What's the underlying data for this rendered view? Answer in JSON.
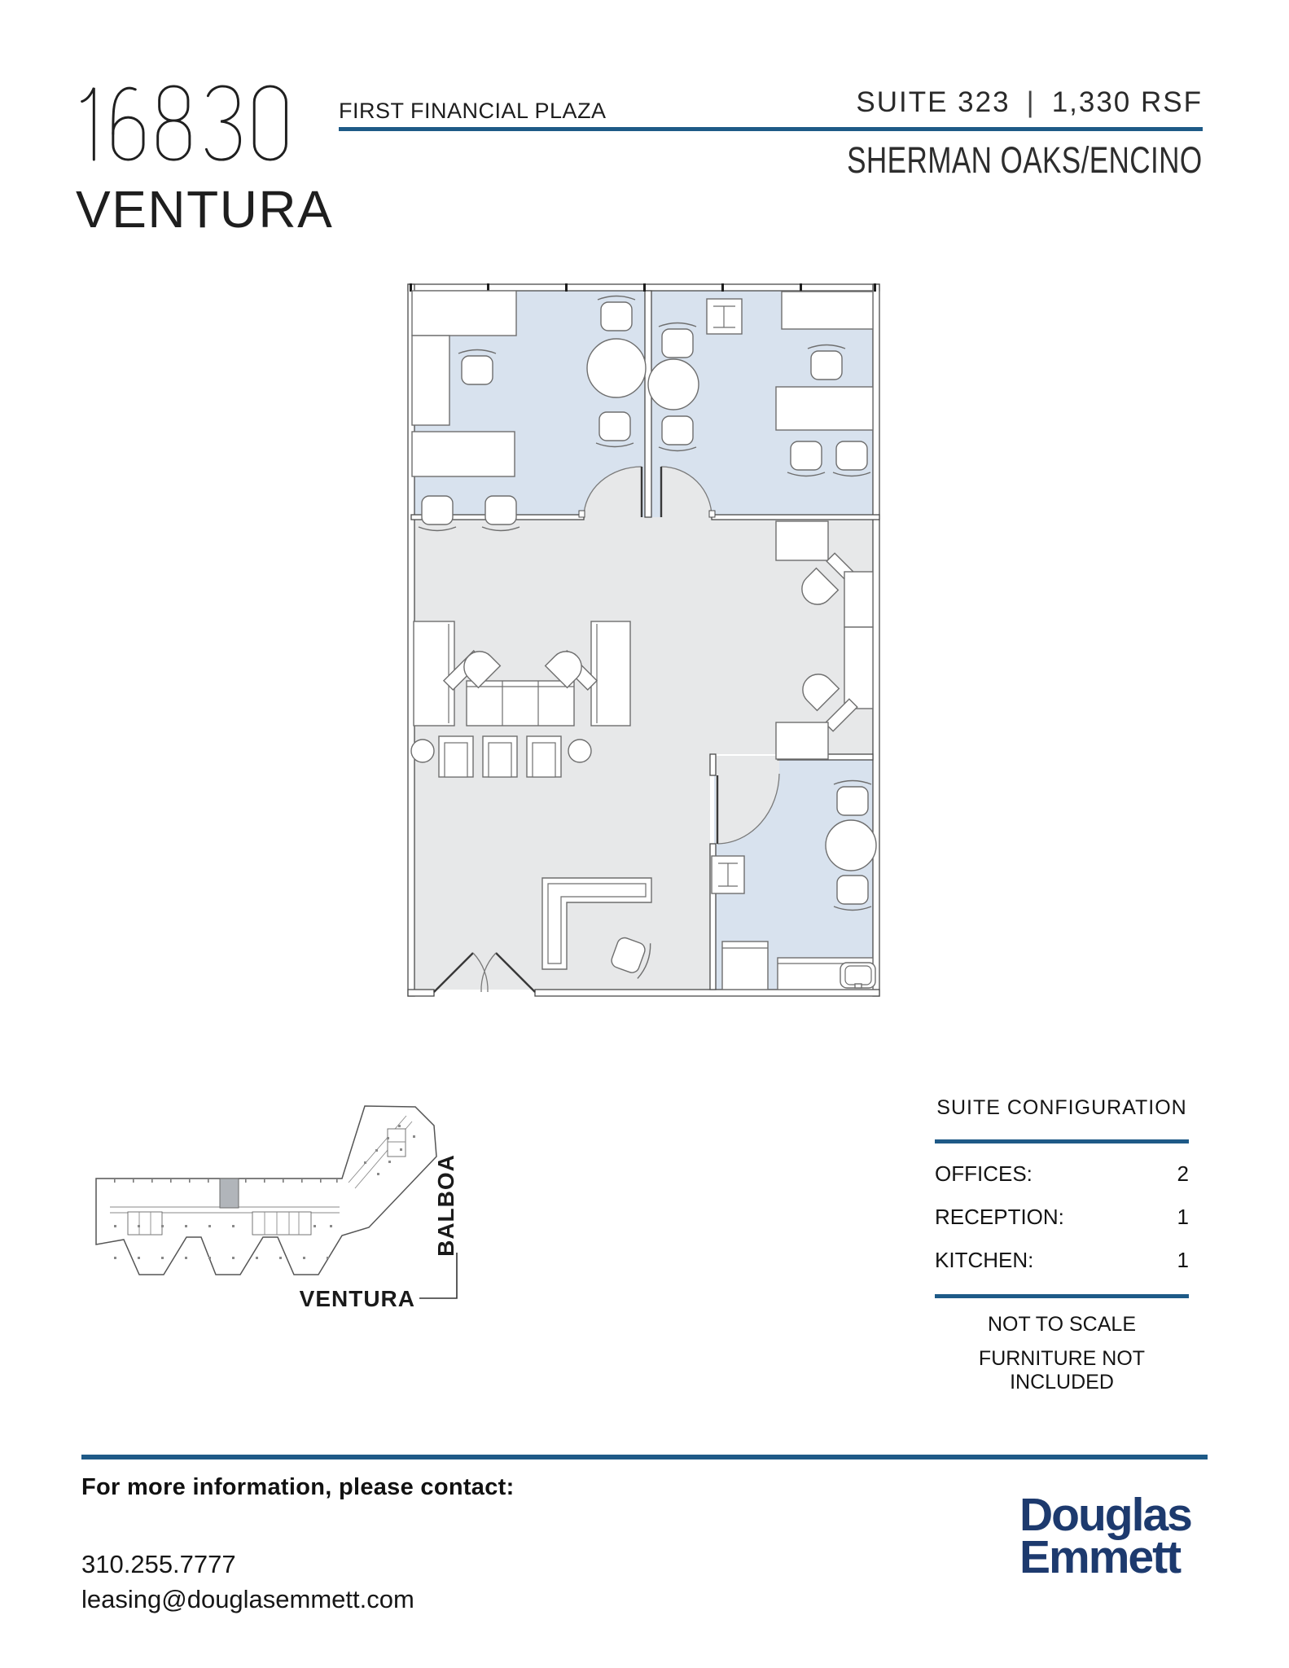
{
  "colors": {
    "accent": "#1e5a87",
    "floor_blue": "#d8e2ee",
    "floor_gray": "#e7e8e9",
    "logo_navy": "#1d3a6e",
    "ink": "#1c1c1c"
  },
  "header": {
    "address_number": "16830",
    "address_street": "VENTURA",
    "building_name": "FIRST FINANCIAL PLAZA",
    "suite": "SUITE 323",
    "divider": "|",
    "rsf": "1,330 RSF",
    "submarket": "SHERMAN OAKS/ENCINO"
  },
  "site_map": {
    "street_vertical": "BALBOA",
    "street_horizontal": "VENTURA"
  },
  "suite_configuration": {
    "title": "SUITE CONFIGURATION",
    "rows": [
      {
        "label": "OFFICES:",
        "value": "2"
      },
      {
        "label": "RECEPTION:",
        "value": "1"
      },
      {
        "label": "KITCHEN:",
        "value": "1"
      }
    ],
    "notes": [
      "NOT TO SCALE",
      "FURNITURE NOT INCLUDED"
    ]
  },
  "footer": {
    "contact_heading": "For more information, please contact:",
    "phone": "310.255.7777",
    "email": "leasing@douglasemmett.com",
    "logo": {
      "line1": "Douglas",
      "line2": "Emmett"
    }
  }
}
